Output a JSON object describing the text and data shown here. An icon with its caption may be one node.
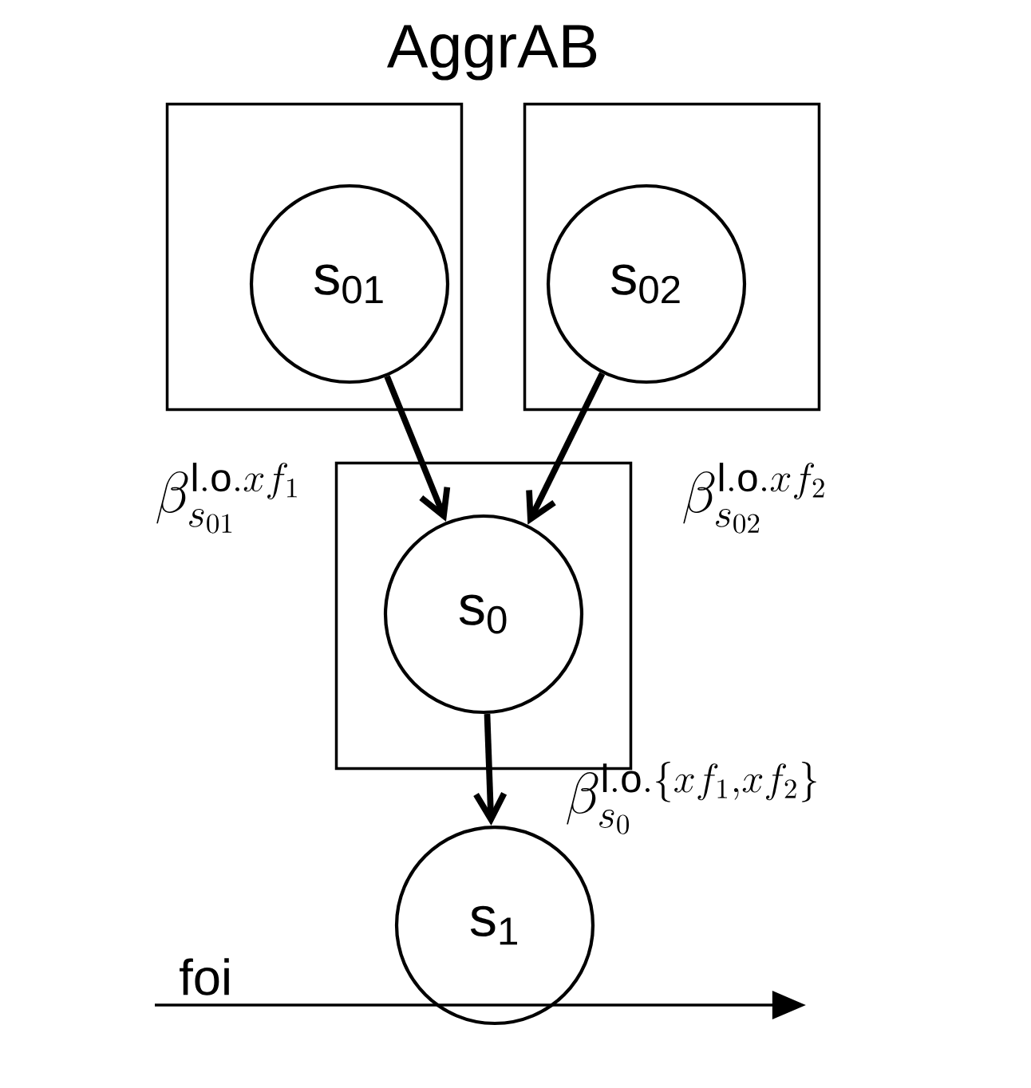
{
  "diagram": {
    "title": "AggrAB",
    "nodes": [
      {
        "text": [],
        "shape": "box"
      },
      {
        "text": [
          "s$_{01}$"
        ],
        "in": 0
      },
      {
        "text": [],
        "shape": "box"
      },
      {
        "text": [
          "s$_{02}$"
        ],
        "in": 2
      },
      {
        "text": [],
        "shape": "box"
      },
      {
        "text": [
          "s$_{0}$"
        ],
        "in": 4
      },
      {
        "text": [
          "s$_{1}$"
        ]
      }
    ],
    "edges": [
      {
        "from": 1,
        "to": 5,
        "arrow": "to",
        "label": "\\beta^{\\mathrm{l.o.}xf_1}_{s_{01}}"
      },
      {
        "from": 3,
        "to": 5,
        "arrow": "to",
        "label": "\\beta^{\\mathrm{l.o.}xf_2}_{s_{02}}"
      },
      {
        "from": 5,
        "to": 6,
        "arrow": "to",
        "label": "\\beta^{\\mathrm{l.o.}\\{xf_1,xf_2\\}}_{s_0}"
      }
    ],
    "labels": [
      "foi"
    ]
  }
}
